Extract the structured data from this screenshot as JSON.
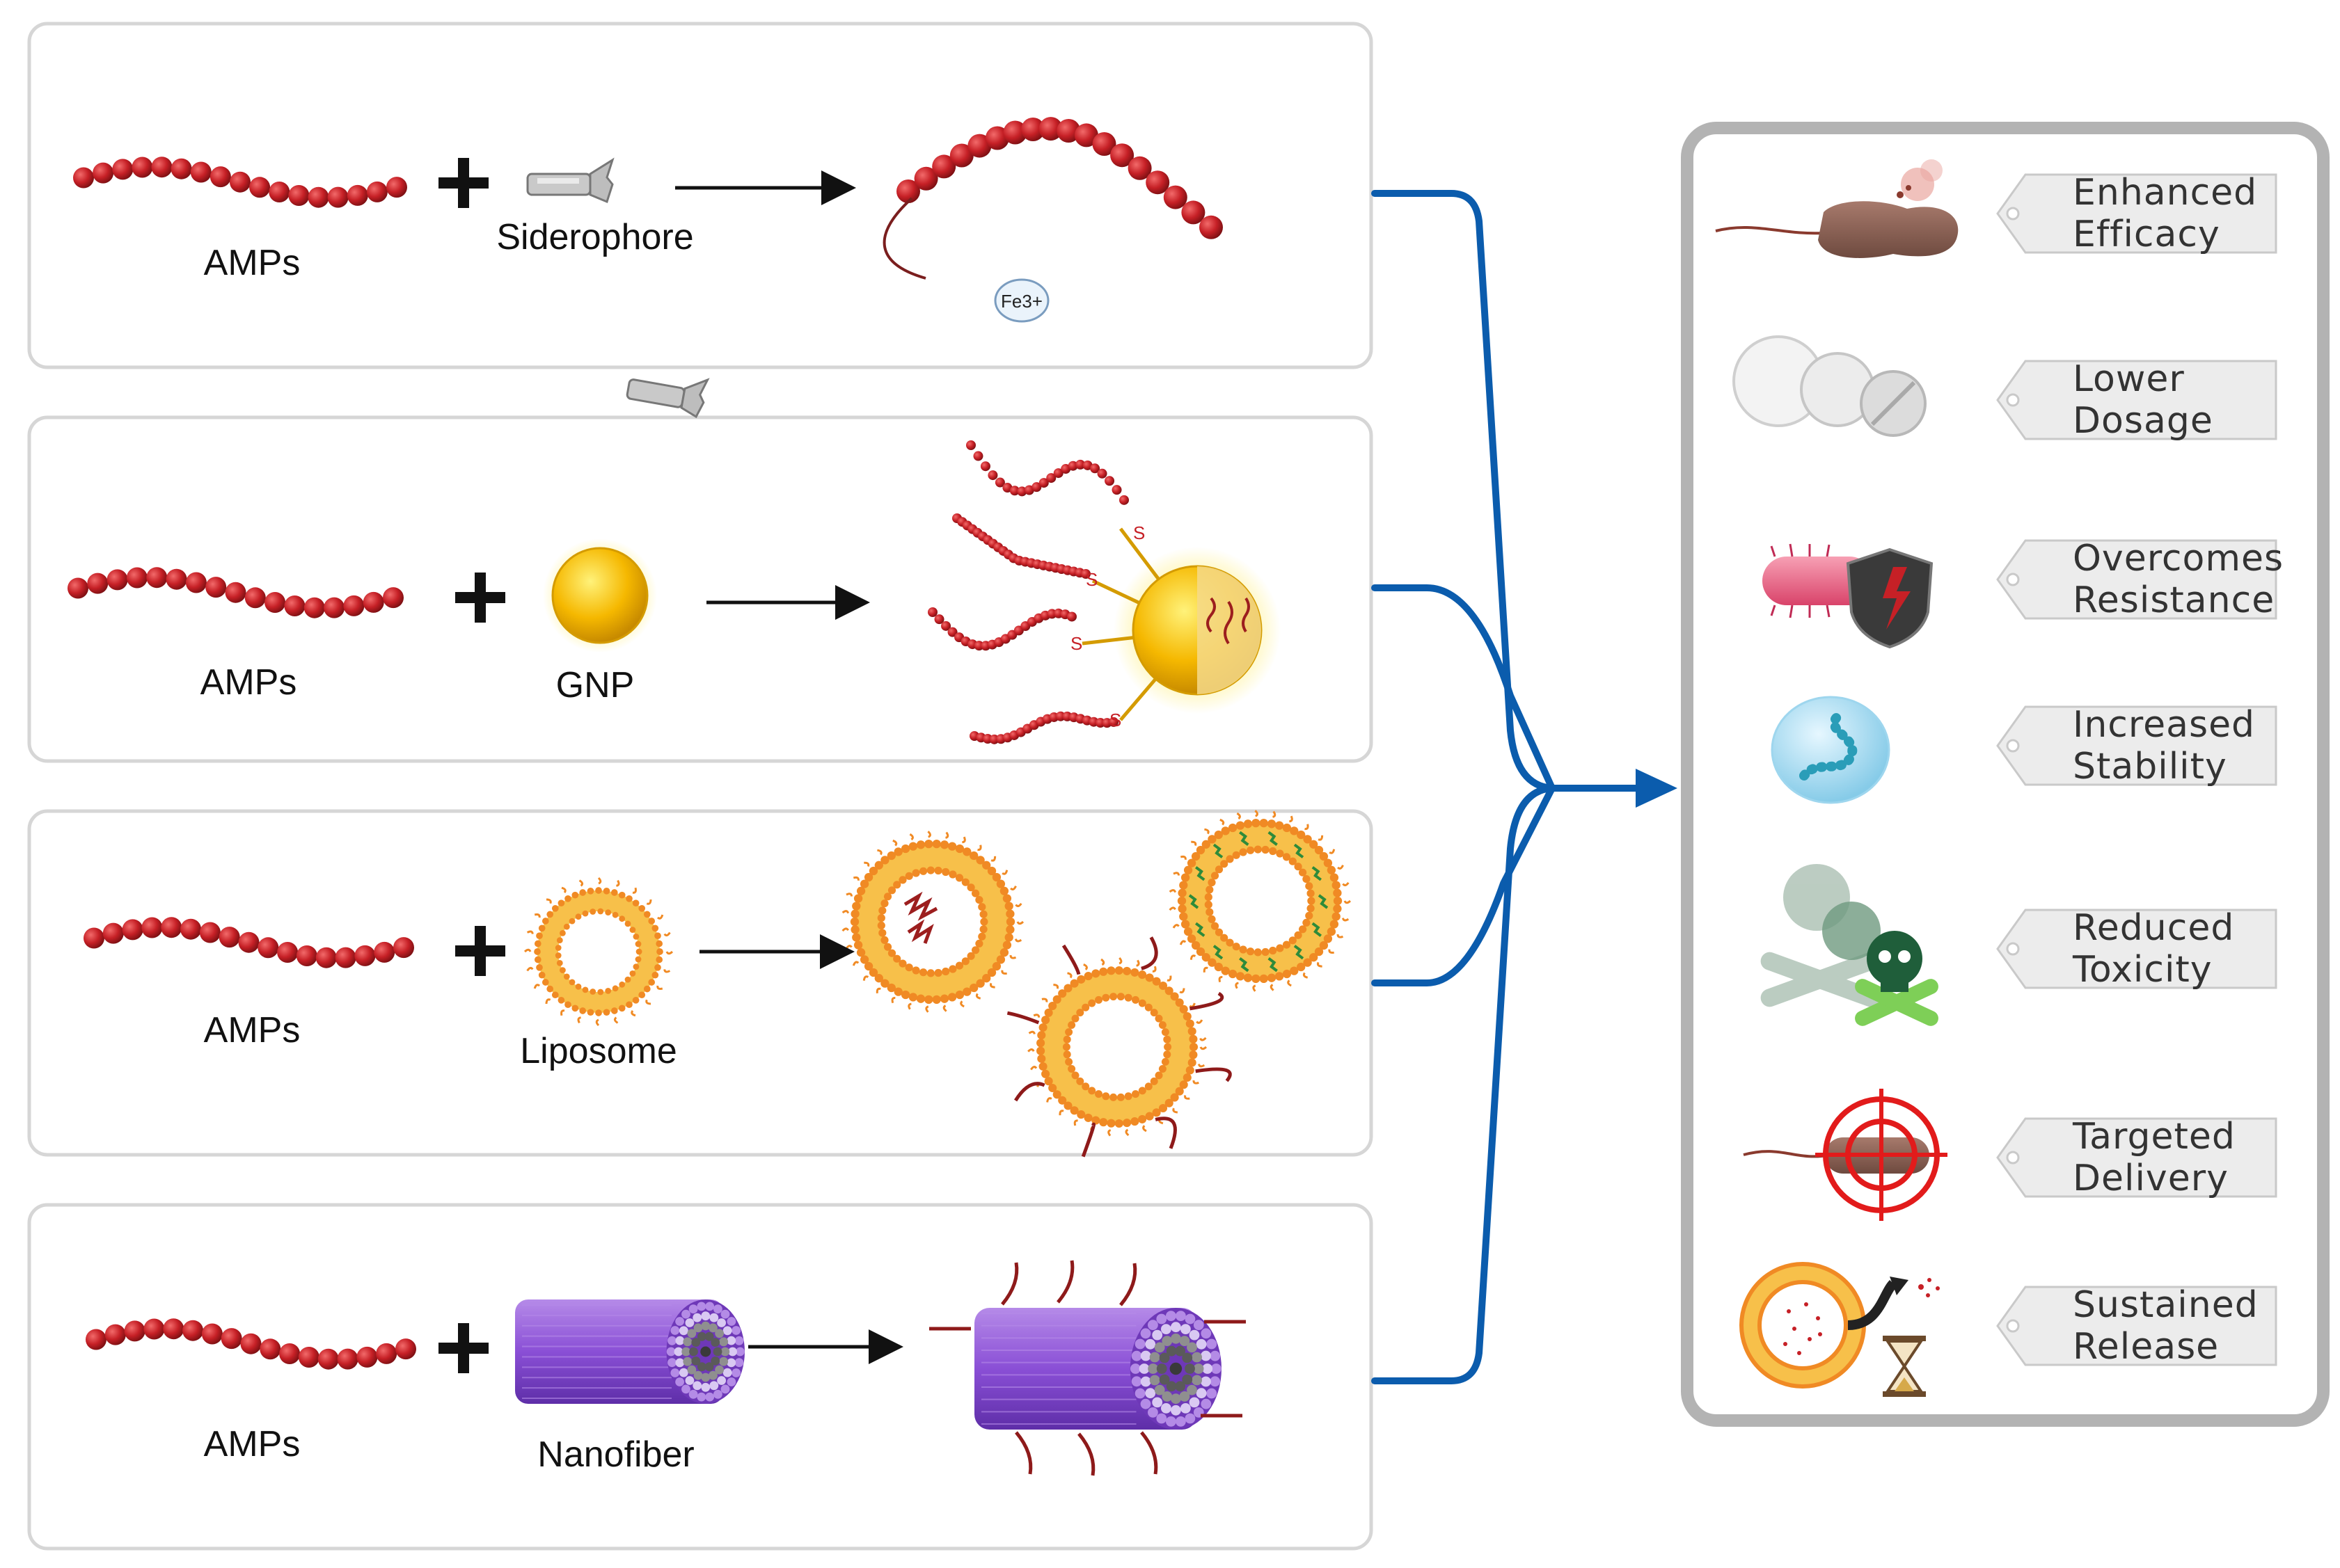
{
  "rows": [
    {
      "peptide": "AMPs",
      "partner": "Siderophore",
      "ion": "Fe3+"
    },
    {
      "peptide": "AMPs",
      "partner": "GNP",
      "linker": "S"
    },
    {
      "peptide": "AMPs",
      "partner": "Liposome"
    },
    {
      "peptide": "AMPs",
      "partner": "Nanofiber"
    }
  ],
  "benefits": [
    {
      "label": "Enhanced\nEfficacy",
      "icon": "bacterium-lysis-icon"
    },
    {
      "label": "Lower\nDosage",
      "icon": "pills-icon"
    },
    {
      "label": "Overcomes\nResistance",
      "icon": "bacterium-shield-icon"
    },
    {
      "label": "Increased\nStability",
      "icon": "encapsulated-peptide-icon"
    },
    {
      "label": "Reduced\nToxicity",
      "icon": "skull-crossbones-icon"
    },
    {
      "label": "Targeted\nDelivery",
      "icon": "crosshair-bacterium-icon"
    },
    {
      "label": "Sustained\nRelease",
      "icon": "liposome-hourglass-icon"
    }
  ],
  "colors": {
    "bead": "#c62026",
    "connector": "#0b5cad",
    "gold": "#f5b800",
    "lipid": "#f08a24",
    "fiber": "#8a4fd6",
    "panel_border": "#d6d6d6",
    "benefit_border": "#b3b3b3"
  }
}
